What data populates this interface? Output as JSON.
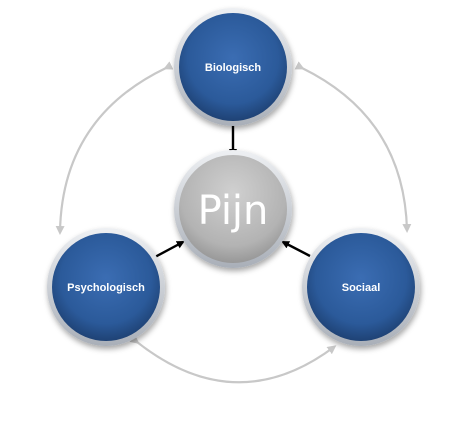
{
  "diagram": {
    "center": {
      "label": "Pijn"
    },
    "nodes": {
      "top": {
        "label": "Biologisch"
      },
      "left": {
        "label": "Psychologisch"
      },
      "right": {
        "label": "Sociaal"
      }
    }
  },
  "colors": {
    "node_fill": "#2b5a9a",
    "node_ring": "#c9ced6",
    "center_fill": "#b4b4b4",
    "center_ring": "#dcdcdc",
    "arrow_dark": "#000000",
    "arrow_light": "#c8c8c8"
  }
}
